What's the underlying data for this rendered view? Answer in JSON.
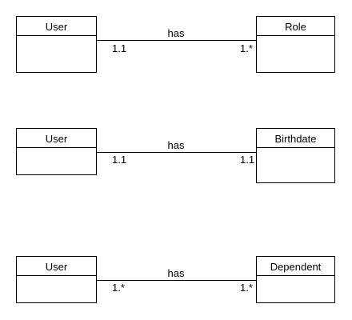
{
  "associations": [
    {
      "left": {
        "name": "User"
      },
      "right": {
        "name": "Role"
      },
      "label": "has",
      "left_multiplicity": "1.1",
      "right_multiplicity": "1.*"
    },
    {
      "left": {
        "name": "User"
      },
      "right": {
        "name": "Birthdate"
      },
      "label": "has",
      "left_multiplicity": "1.1",
      "right_multiplicity": "1.1"
    },
    {
      "left": {
        "name": "User"
      },
      "right": {
        "name": "Dependent"
      },
      "label": "has",
      "left_multiplicity": "1.*",
      "right_multiplicity": "1.*"
    }
  ]
}
